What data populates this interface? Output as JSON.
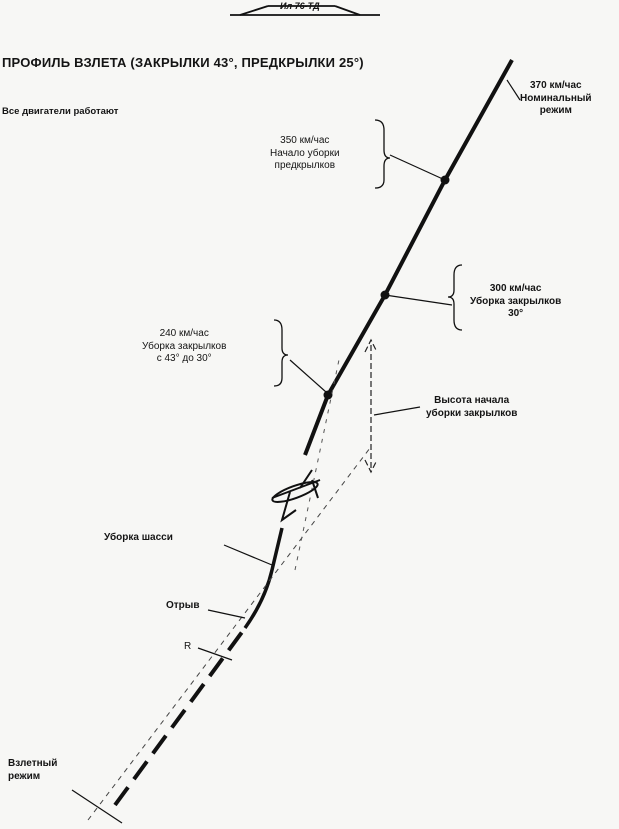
{
  "header_mark": "Ил 76-ТД",
  "title": "ПРОФИЛЬ ВЗЛЕТА (ЗАКРЫЛКИ 43°, ПРЕДКРЫЛКИ 25°)",
  "subtitle": "Все двигатели работают",
  "labels": {
    "nominal": "370 км/час\nНоминальный\nрежим",
    "slats": "350 км/час\nНачало уборки\nпредкрылков",
    "flaps30": "300 км/час\nУборка закрылков\n30°",
    "flaps43": "240 км/час\nУборка закрылков\nс 43° до 30°",
    "height": "Высота начала\nуборки закрылков",
    "gear": "Уборка шасси",
    "liftoff": "Отрыв",
    "r": "R",
    "takeoff": "Взлетный\nрежим"
  }
}
